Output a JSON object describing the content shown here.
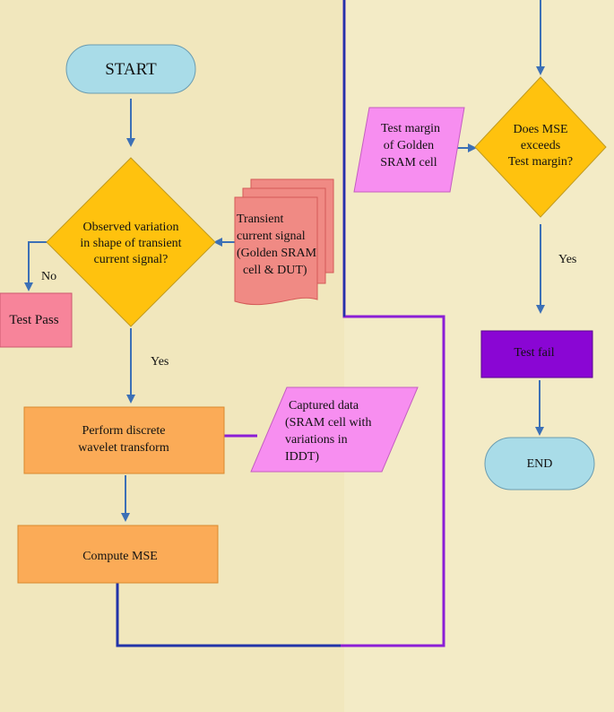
{
  "nodes": {
    "start": "START",
    "decision1": [
      "Observed variation",
      "in shape of transient",
      "current signal?"
    ],
    "transient_doc": [
      "Transient",
      "current signal",
      "(Golden SRAM",
      "cell & DUT)"
    ],
    "test_pass": "Test Pass",
    "dwt": [
      "Perform discrete",
      "wavelet transform"
    ],
    "captured": [
      "Captured data",
      "(SRAM cell with",
      "variations in",
      "IDDT)"
    ],
    "mse": "Compute MSE",
    "margin": [
      "Test margin",
      "of Golden",
      "SRAM cell"
    ],
    "decision2": [
      "Does MSE",
      "exceeds",
      "Test margin?"
    ],
    "test_fail": "Test fail",
    "end": "END"
  },
  "edges": {
    "no": "No",
    "yes1": "Yes",
    "yes2": "Yes"
  },
  "colors": {
    "background": "#f1e7bd",
    "terminal": "#a9dce8",
    "decision": "#ffc20e",
    "process": "#fbab57",
    "data": "#f78ef0",
    "document": "#f08a84",
    "pass": "#f7849a",
    "fail": "#8a06d4",
    "arrow": "#3c70b6",
    "connector_blue": "#2233a8",
    "connector_purple": "#8b1ed6"
  }
}
